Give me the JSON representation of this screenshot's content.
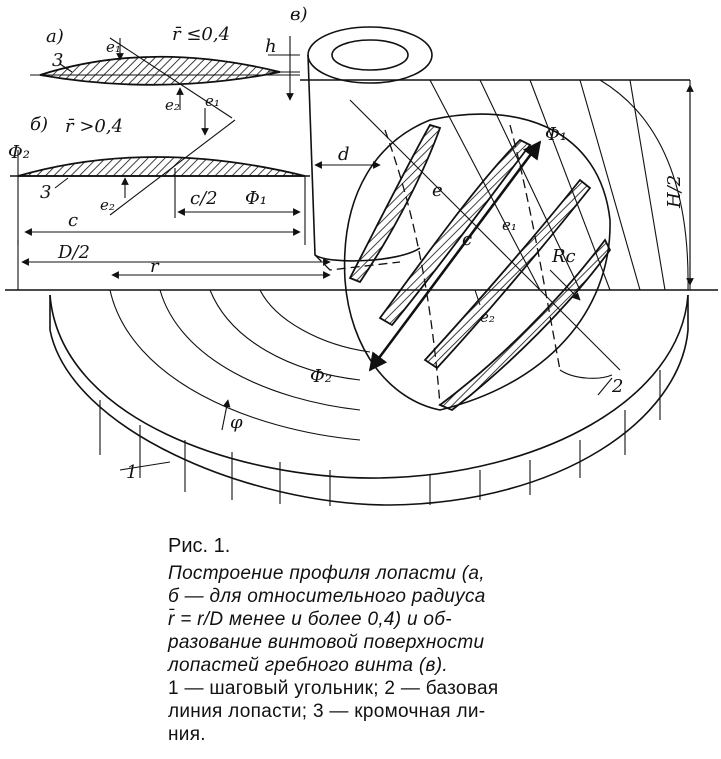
{
  "labels": {
    "a": "а)",
    "b": "б)",
    "v": "в)",
    "rbar_le": "r̄ ≤0,4",
    "rbar_gt": "r̄ >0,4",
    "e1": "e₁",
    "e2": "e₂",
    "h": "h",
    "three": "3",
    "phi1": "Φ₁",
    "phi2": "Φ₂",
    "c": "c",
    "c_half": "c/2",
    "d_half": "D/2",
    "r": "r",
    "d": "d",
    "e": "e",
    "rc": "Rc",
    "h_half": "H/2",
    "phi": "φ",
    "one": "1",
    "two": "2"
  },
  "caption": {
    "fig_num": "Рис. 1.",
    "lines": [
      "Построение профиля лопасти (а,",
      "б — для относительного радиуса",
      "r̄ = r/D менее и более 0,4) и об-",
      "разование винтовой поверхности",
      "лопастей гребного винта (в).",
      "1 — шаговый угольник; 2 — базовая",
      "линия лопасти; 3 — кромочная ли-",
      "ния."
    ]
  }
}
